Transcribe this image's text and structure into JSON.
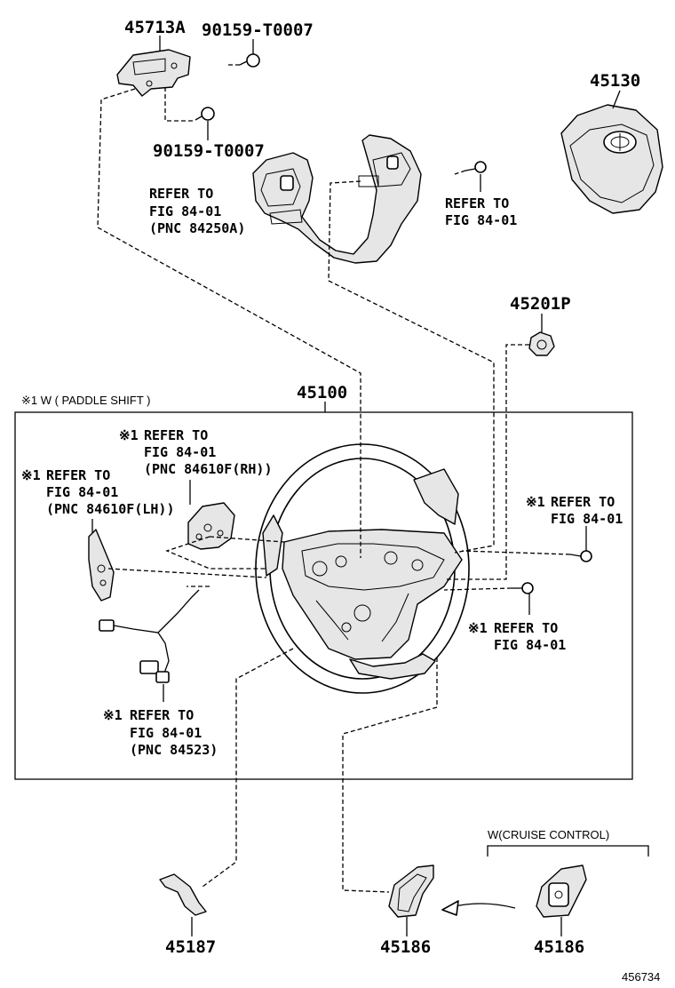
{
  "parts": [
    {
      "key": "p45713a",
      "number": "45713A"
    },
    {
      "key": "p90159a",
      "number": "90159-T0007"
    },
    {
      "key": "p90159b",
      "number": "90159-T0007"
    },
    {
      "key": "p45130",
      "number": "45130"
    },
    {
      "key": "p45201p",
      "number": "45201P"
    },
    {
      "key": "p45100",
      "number": "45100"
    },
    {
      "key": "p45187",
      "number": "45187"
    },
    {
      "key": "p45186a",
      "number": "45186"
    },
    {
      "key": "p45186b",
      "number": "45186"
    }
  ],
  "references": [
    {
      "key": "ref_pnc84250a",
      "mark": "",
      "line1": "REFER TO",
      "line2": "FIG 84-01",
      "line3": "(PNC 84250A)"
    },
    {
      "key": "ref_upper_right",
      "mark": "",
      "line1": "REFER TO",
      "line2": "FIG 84-01",
      "line3": ""
    },
    {
      "key": "ref_rh",
      "mark": "※1",
      "line1": "REFER TO",
      "line2": "FIG 84-01",
      "line3": "(PNC 84610F(RH))"
    },
    {
      "key": "ref_lh",
      "mark": "※1",
      "line1": "REFER TO",
      "line2": "FIG 84-01",
      "line3": "(PNC 84610F(LH))"
    },
    {
      "key": "ref_right_top",
      "mark": "※1",
      "line1": "REFER TO",
      "line2": "FIG 84-01",
      "line3": ""
    },
    {
      "key": "ref_right_bottom",
      "mark": "※1",
      "line1": "REFER TO",
      "line2": "FIG 84-01",
      "line3": ""
    },
    {
      "key": "ref_84523",
      "mark": "※1",
      "line1": "REFER TO",
      "line2": "FIG 84-01",
      "line3": "(PNC 84523)"
    }
  ],
  "conditions": {
    "paddle_shift": "※1 W ( PADDLE SHIFT )",
    "cruise_control": "W(CRUISE CONTROL)"
  },
  "figure_number": "456734"
}
